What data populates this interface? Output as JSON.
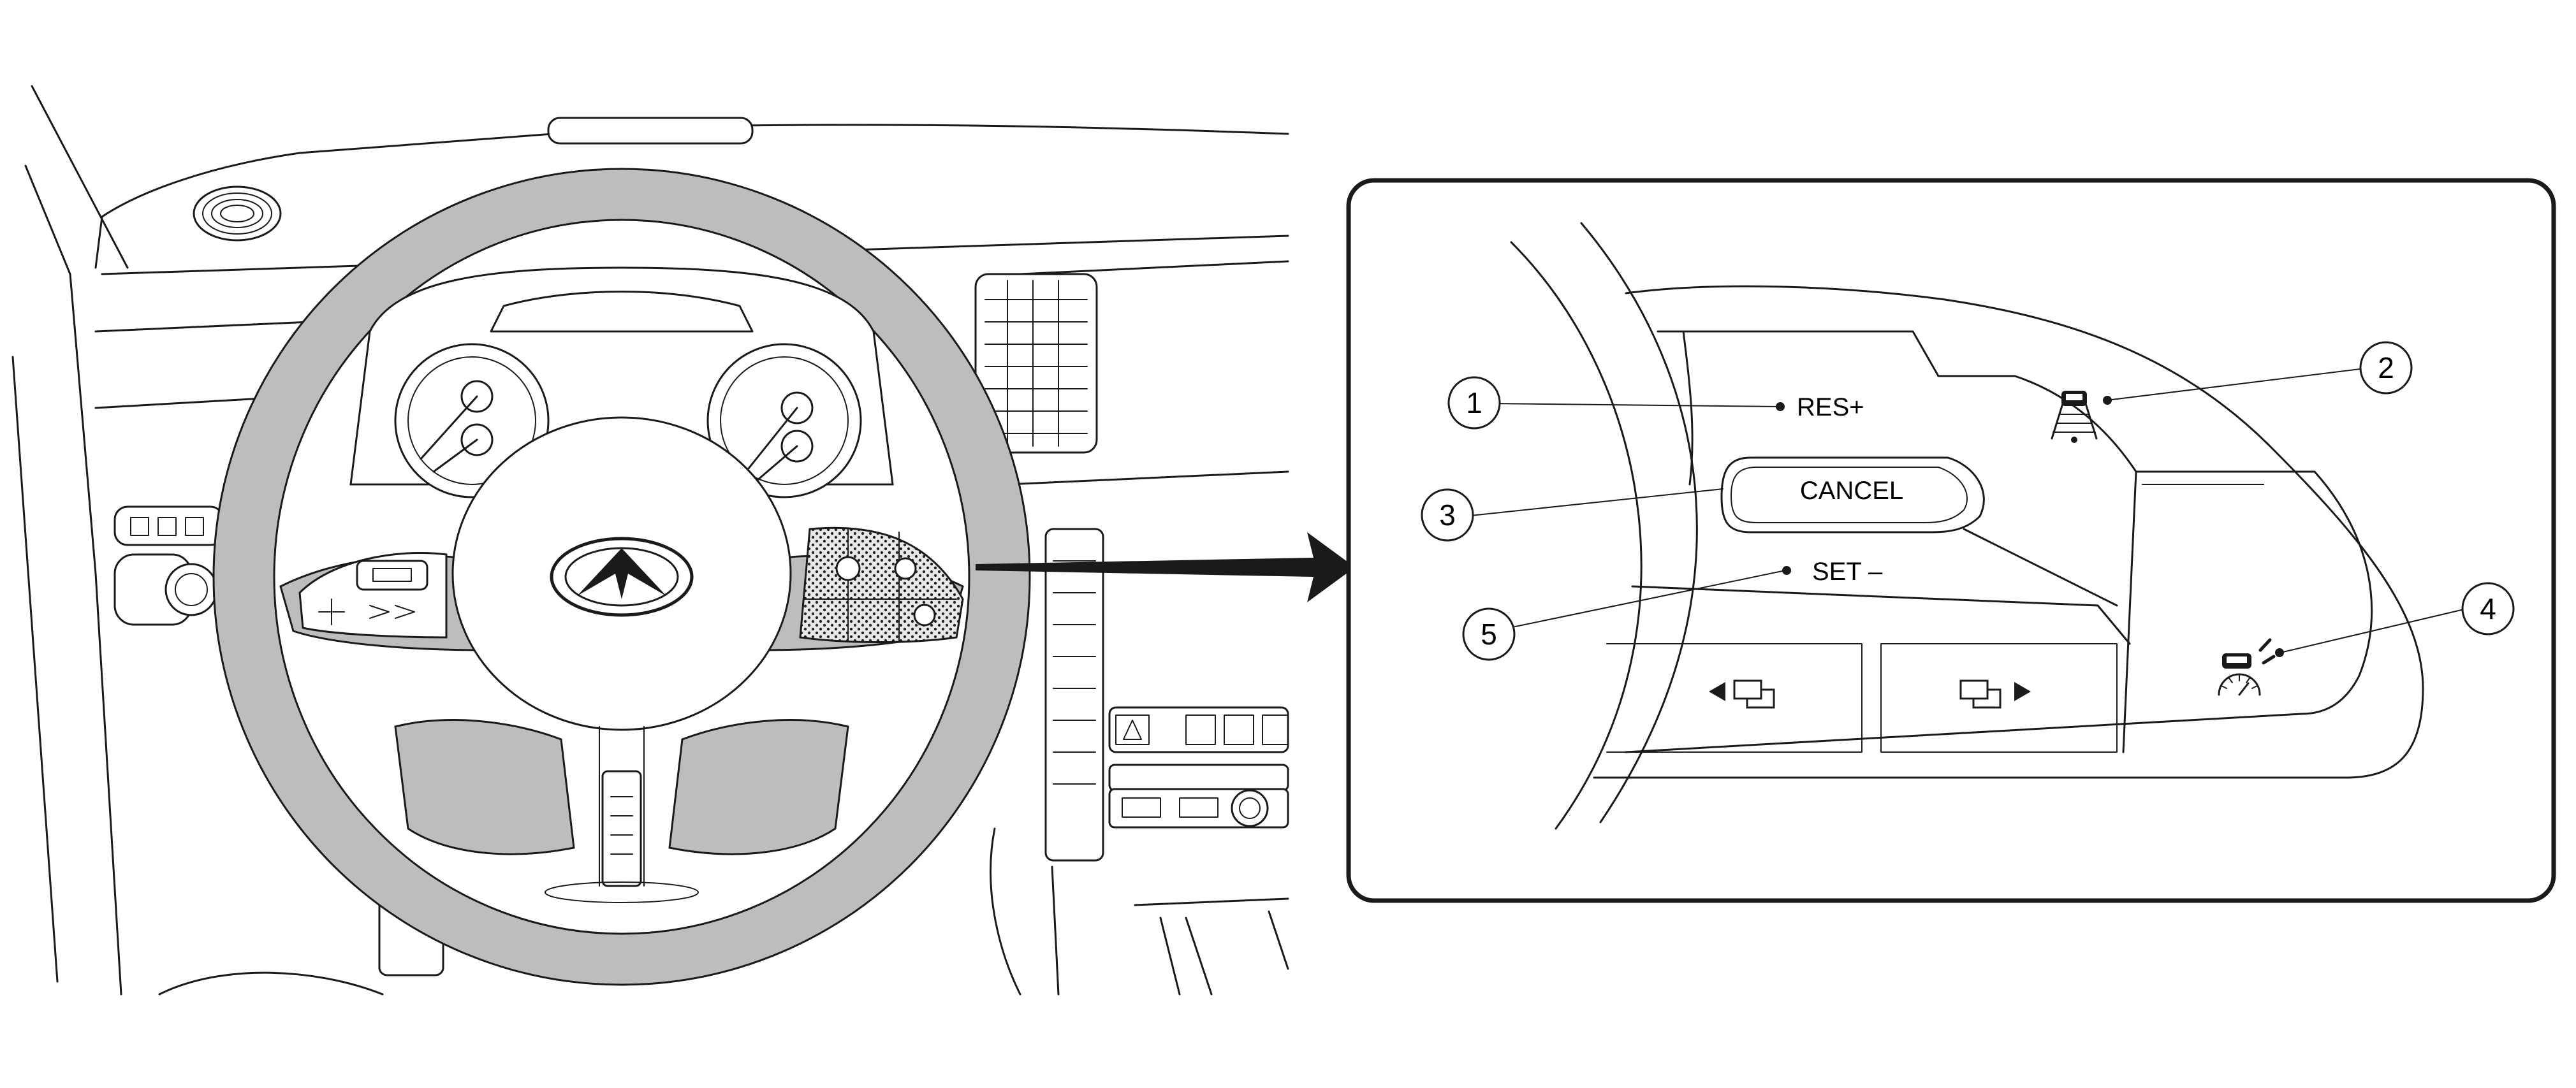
{
  "labels": {
    "res_plus": "RES+",
    "cancel": "CANCEL",
    "set_minus": "SET –"
  },
  "callouts": [
    {
      "number": "1",
      "target": "RES+ switch"
    },
    {
      "number": "2",
      "target": "distance switch"
    },
    {
      "number": "3",
      "target": "CANCEL switch"
    },
    {
      "number": "4",
      "target": "cruise on/off switch"
    },
    {
      "number": "5",
      "target": "SET– switch"
    }
  ],
  "icons": {
    "distance": "vehicle-distance-icon",
    "cruise": "cruise-speedometer-icon",
    "prev": "previous-screen-icon",
    "next": "next-screen-icon",
    "arrow": "pointer-arrow-icon"
  },
  "colors": {
    "line": "#1a1a1a",
    "background": "#ffffff",
    "shade": "#bdbdbd"
  }
}
